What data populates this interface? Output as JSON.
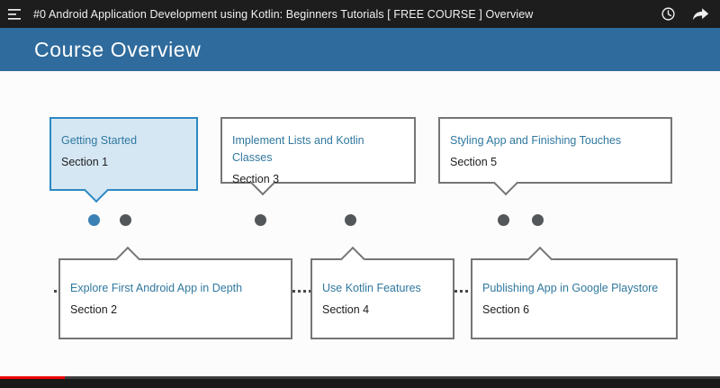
{
  "topbar": {
    "title": "#0 Android Application Development using Kotlin: Beginners Tutorials [ FREE COURSE ] Overview",
    "icons": [
      "queue-menu-icon",
      "watch-later-icon",
      "share-icon"
    ]
  },
  "slide": {
    "header_title": "Course Overview",
    "boxes": [
      {
        "title": "Getting Started",
        "section": "Section 1",
        "row": "top",
        "highlighted": true
      },
      {
        "title": "Explore First Android App in Depth",
        "section": "Section 2",
        "row": "bottom",
        "highlighted": false
      },
      {
        "title": "Implement Lists and Kotlin Classes",
        "section": "Section 3",
        "row": "top",
        "highlighted": false
      },
      {
        "title": "Use Kotlin Features",
        "section": "Section 4",
        "row": "bottom",
        "highlighted": false
      },
      {
        "title": "Styling App and Finishing Touches",
        "section": "Section 5",
        "row": "top",
        "highlighted": false
      },
      {
        "title": "Publishing App in Google Playstore",
        "section": "Section 6",
        "row": "bottom",
        "highlighted": false
      }
    ]
  },
  "colors": {
    "topbar_bg": "#1d1d1d",
    "header_blue": "#2f6b9c",
    "highlight_fill": "#d6e7f4",
    "highlight_border": "#2d88c3",
    "box_border": "#757575",
    "box_title_text": "#30789f",
    "dot_blue": "#3b80b4",
    "dot_gray": "#54575a",
    "progress_red": "#ee0000"
  },
  "player": {
    "progress_percent": 9
  }
}
